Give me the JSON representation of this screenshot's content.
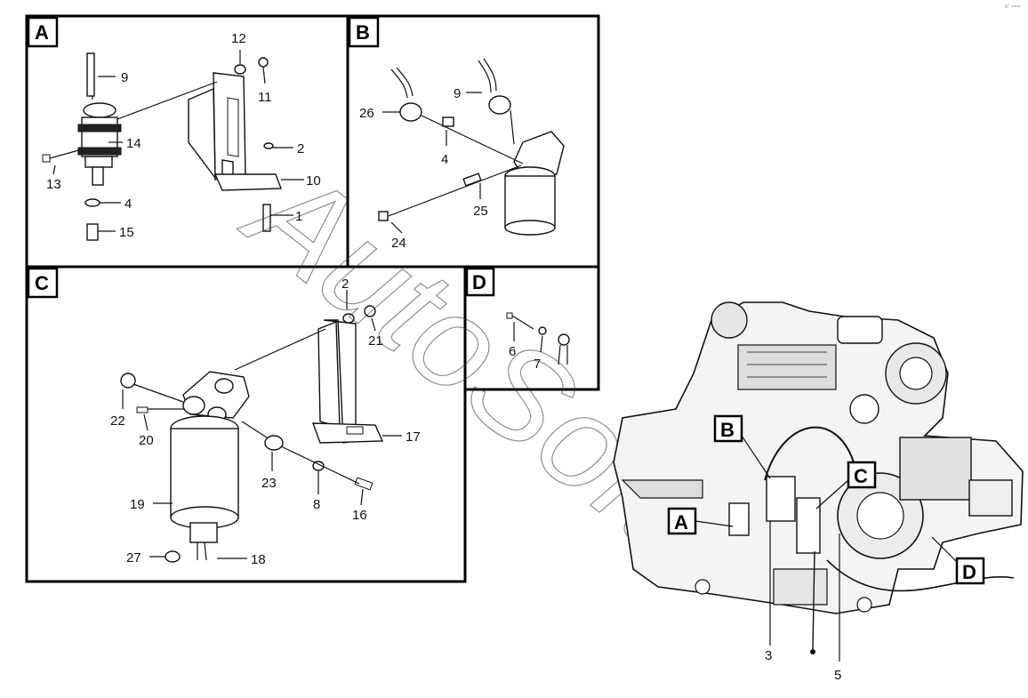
{
  "corner_mark": "e\" ===",
  "watermark": "AutoSoft",
  "panels": [
    {
      "letter": "A"
    },
    {
      "letter": "B"
    },
    {
      "letter": "C"
    },
    {
      "letter": "D"
    }
  ],
  "callouts": {
    "a": [
      "12",
      "11",
      "9",
      "14",
      "13",
      "2",
      "10",
      "4",
      "1",
      "15"
    ],
    "b": [
      "26",
      "9",
      "4",
      "25",
      "24"
    ],
    "c": [
      "2",
      "21",
      "22",
      "20",
      "23",
      "8",
      "16",
      "17",
      "19",
      "27",
      "18"
    ],
    "d": [
      "6",
      "7"
    ],
    "main": [
      "3",
      "5"
    ]
  },
  "main_view_tags": [
    "A",
    "B",
    "C",
    "D"
  ]
}
